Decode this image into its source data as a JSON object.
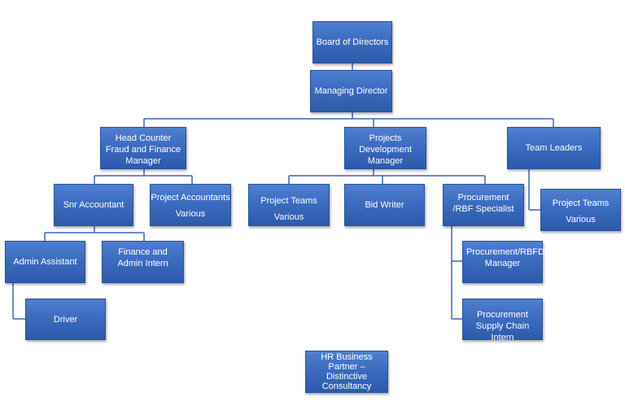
{
  "org": {
    "board": "Board of Directors",
    "md": "Managing Director",
    "head_counter_fraud": "Head Counter Fraud and Finance Manager",
    "projects_dev": "Projects Development Manager",
    "team_leaders": "Team Leaders",
    "snr_accountant": "Snr Accountant",
    "project_accountants": "Project Accountants",
    "project_accountants_sub": "Various",
    "admin_assistant": "Admin Assistant",
    "finance_admin_intern": "Finance and Admin Intern",
    "driver": "Driver",
    "project_teams": "Project Teams",
    "project_teams_sub": "Various",
    "bid_writer": "Bid Writer",
    "procurement_rbf": "Procurement /RBF Specialist",
    "procurement_data": "Procurement/RBFData Manager",
    "procurement_supply": "Procurement Supply Chain Intern",
    "team_project_teams": "Project Teams",
    "team_project_teams_sub": "Various",
    "hr_partner": "HR Business Partner – Distinctive Consultancy"
  },
  "colors": {
    "box": "#3c6cc0",
    "line": "#3a67b8"
  }
}
